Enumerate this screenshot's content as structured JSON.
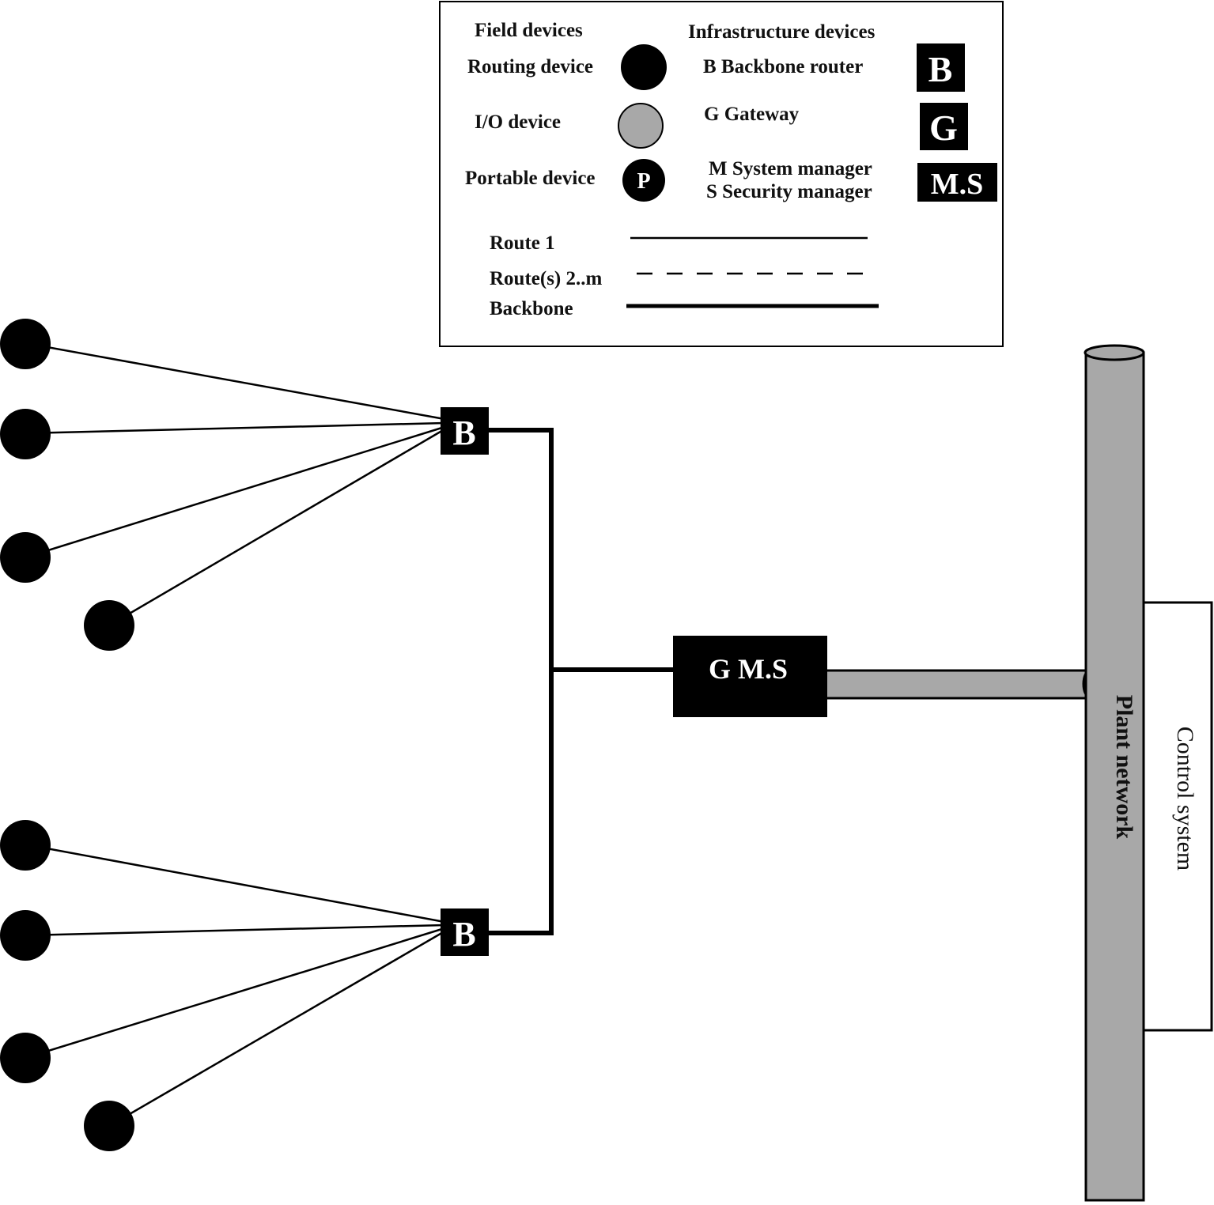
{
  "legend": {
    "field_devices_heading": "Field devices",
    "infrastructure_devices_heading": "Infrastructure devices",
    "routing_device_label": "Routing device",
    "io_device_label": "I/O device",
    "portable_device_label": "Portable device",
    "portable_symbol": "P",
    "backbone_router_label": "B Backbone router",
    "backbone_router_symbol": "B",
    "gateway_label": "G Gateway",
    "gateway_symbol": "G",
    "system_manager_label": "M System manager",
    "security_manager_label": "S Security manager",
    "manager_symbol": "M.S",
    "route1_label": "Route 1",
    "route2m_label": "Route(s) 2..m",
    "backbone_label": "Backbone"
  },
  "nodes": {
    "backbone_router_top": "B",
    "backbone_router_bottom": "B",
    "gateway_manager": "G M.S",
    "plant_network": "Plant network",
    "control_system": "Control system"
  },
  "colors": {
    "routing_device": "#000000",
    "io_device": "#a8a8a8",
    "pipe": "#a8a8a8"
  }
}
